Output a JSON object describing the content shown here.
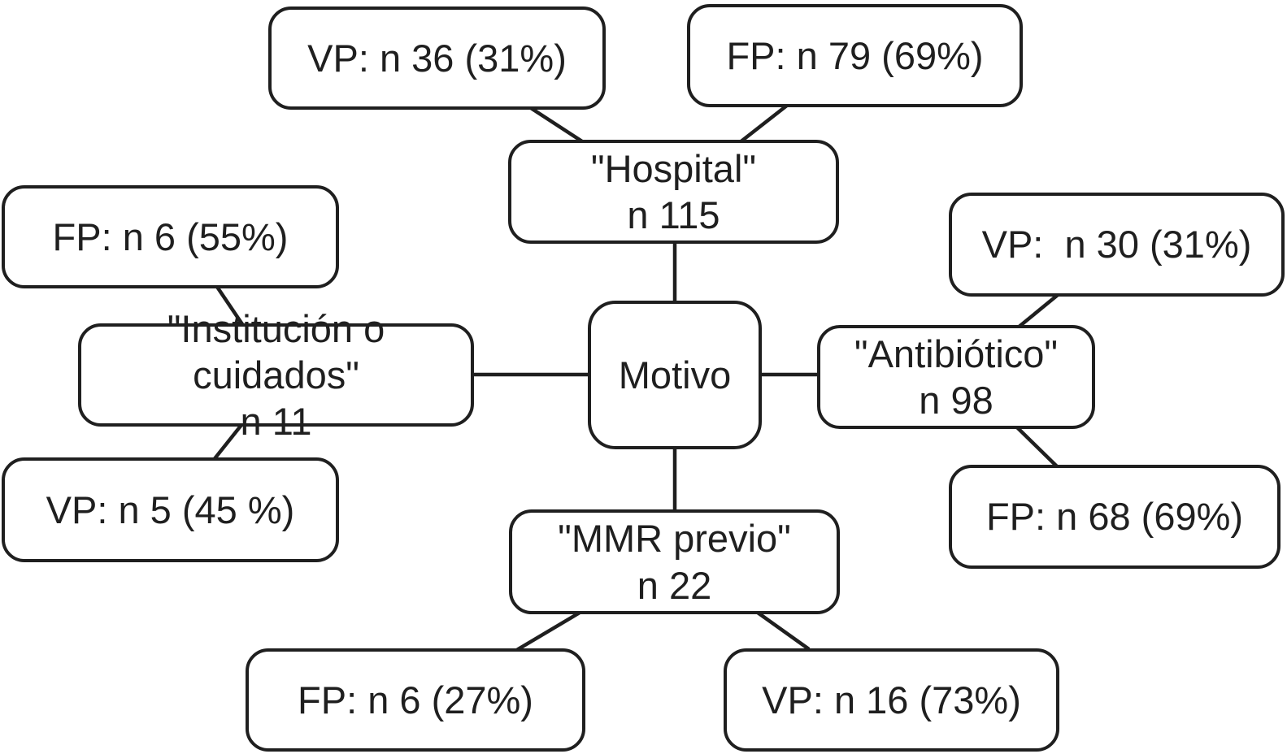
{
  "diagram": {
    "colors": {
      "stroke": "#1f1f1f",
      "background": "#ffffff"
    },
    "center": {
      "label": "Motivo"
    },
    "hospital": {
      "title": "\"Hospital\"",
      "count": "n 115",
      "vp": "VP: n 36 (31%)",
      "fp": "FP: n 79 (69%)"
    },
    "institucion": {
      "title": "\"Institución o cuidados\"",
      "count": "n 11",
      "fp": "FP: n 6 (55%)",
      "vp": "VP: n 5 (45 %)"
    },
    "antibiotico": {
      "title": "\"Antibiótico\"",
      "count": "n 98",
      "vp": "VP:  n 30 (31%)",
      "fp": "FP: n 68 (69%)"
    },
    "mmr": {
      "title": "\"MMR previo\"",
      "count": "n 22",
      "fp": "FP: n 6 (27%)",
      "vp": "VP: n 16 (73%)"
    }
  }
}
